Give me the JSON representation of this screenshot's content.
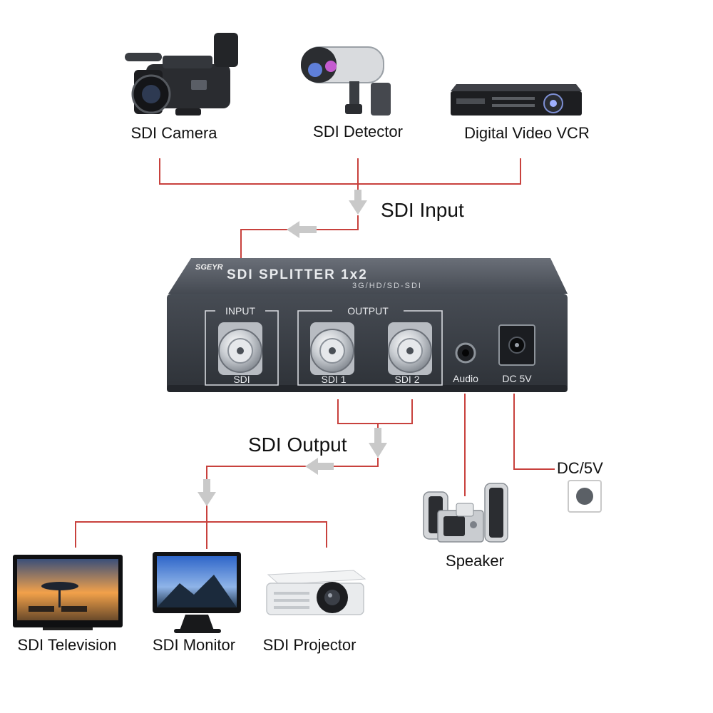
{
  "inputs": {
    "devices": [
      {
        "label": "SDI Camera",
        "icon": "video-camera-icon"
      },
      {
        "label": "SDI Detector",
        "icon": "security-camera-icon"
      },
      {
        "label": "Digital Video VCR",
        "icon": "dvr-recorder-icon"
      }
    ],
    "section_label": "SDI Input"
  },
  "splitter": {
    "brand": "SGEYR",
    "model": "SDI SPLITTER 1x2",
    "formats": "3G/HD/SD-SDI",
    "input_group": "INPUT",
    "output_group": "OUTPUT",
    "ports": {
      "input": "SDI",
      "output_1": "SDI 1",
      "output_2": "SDI 2",
      "audio": "Audio",
      "power": "DC 5V"
    },
    "body_color": "#3a3e45"
  },
  "outputs": {
    "section_label": "SDI Output",
    "devices": [
      {
        "label": "SDI Television",
        "icon": "television-icon"
      },
      {
        "label": "SDI Monitor",
        "icon": "monitor-icon"
      },
      {
        "label": "SDI Projector",
        "icon": "projector-icon"
      }
    ]
  },
  "audio_out": {
    "label": "Speaker",
    "icon": "speaker-icon"
  },
  "power_in": {
    "label": "DC/5V",
    "icon": "power-jack-icon"
  },
  "colors": {
    "wire": "#c8413d",
    "arrow": "#c9c9c9"
  }
}
